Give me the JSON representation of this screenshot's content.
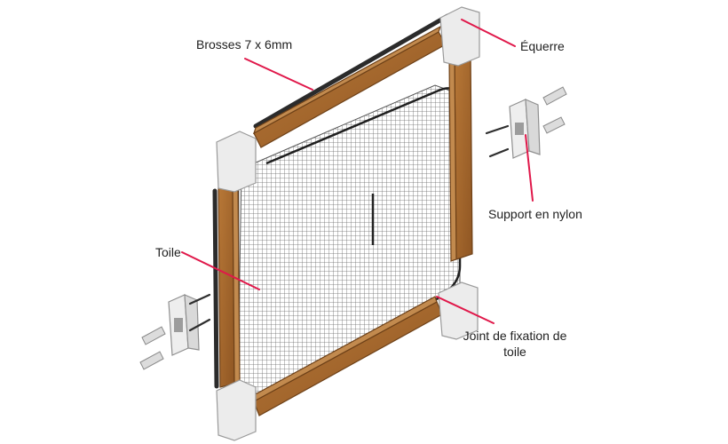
{
  "labels": {
    "brosses": "Brosses 7 x 6mm",
    "equerre": "Équerre",
    "support": "Support en nylon",
    "toile": "Toile",
    "joint": "Joint de fixation de toile"
  },
  "colors": {
    "leader": "#e0184a",
    "wood": "#a4662e",
    "wood_dark": "#6e4118",
    "brush": "#2b2b2b",
    "mesh": "#6a6a6a",
    "corner": "#ececec",
    "outline": "#9a9a9a"
  }
}
